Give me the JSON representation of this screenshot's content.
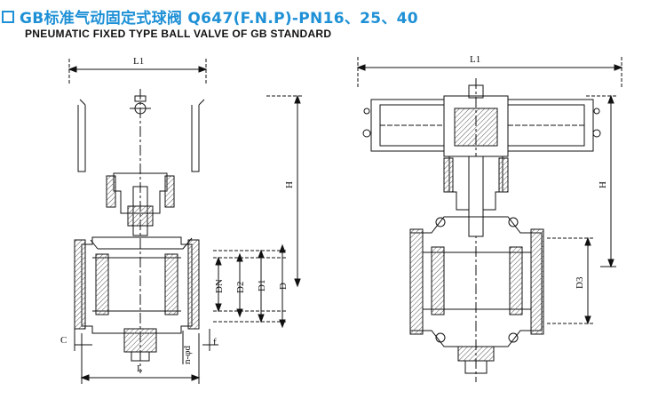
{
  "header": {
    "title": "GB标准气动固定式球阀  Q647(F.N.P)-PN16、25、40",
    "subtitle": "PNEUMATIC FIXED TYPE BALL VALVE OF GB  STANDARD"
  },
  "labels": {
    "left": {
      "l1": "L1",
      "h": "H",
      "dn": "DN",
      "d2": "D2",
      "d1": "D1",
      "d": "D",
      "c": "C",
      "l": "L",
      "n_phi_d": "n-φd",
      "f": "f"
    },
    "right": {
      "l1": "L1",
      "h": "H",
      "d3": "D3"
    }
  },
  "colors": {
    "title": "#1e90d6",
    "line": "#111111",
    "hatch": "#555555"
  }
}
